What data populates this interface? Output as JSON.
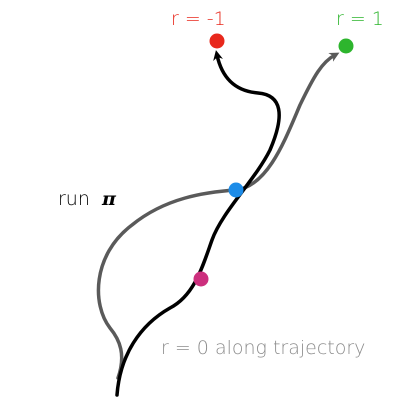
{
  "labels": {
    "red_reward": "r = -1",
    "green_reward": "r = 1",
    "policy_prefix": "run",
    "policy_symbol": "π",
    "along_trajectory": "r = 0 along trajectory"
  },
  "colors": {
    "red": "#e8281c",
    "green": "#2db52d",
    "blue": "#1d8ce8",
    "magenta": "#cc2f7d",
    "black_path": "#000000",
    "gray_path": "#5a5a5a",
    "gray_text": "#8c8c8c"
  }
}
